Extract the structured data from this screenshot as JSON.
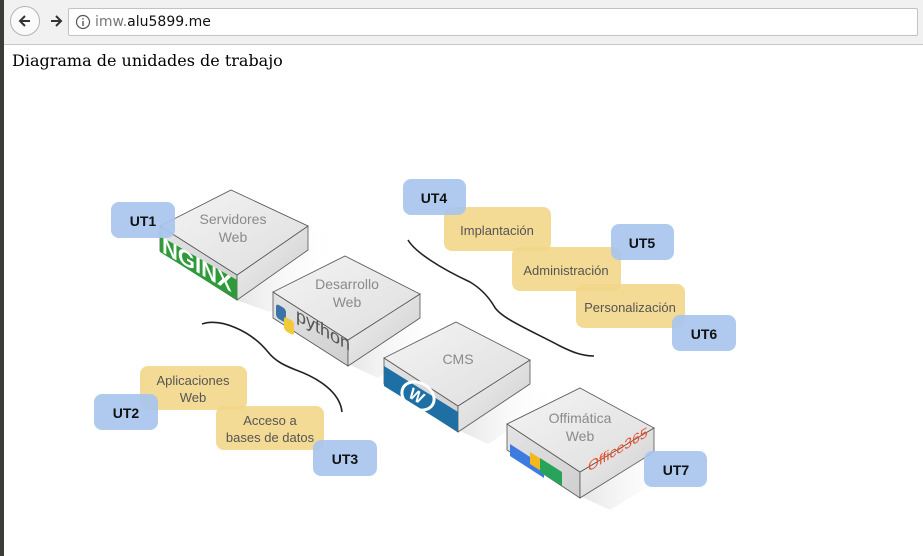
{
  "browser": {
    "url_plain": "imw.",
    "url_domain": "alu5899.me"
  },
  "page": {
    "title": "Diagrama de unidades de trabajo"
  },
  "boxes": {
    "servidores": [
      "Servidores",
      "Web"
    ],
    "desarrollo": [
      "Desarrollo",
      "Web"
    ],
    "cms": [
      "CMS"
    ],
    "ofimatica": [
      "Offimática",
      "Web"
    ]
  },
  "logos": {
    "nginx": "NGINX",
    "python": "python",
    "office": "Office365"
  },
  "units": {
    "ut1": "UT1",
    "ut2": "UT2",
    "ut3": "UT3",
    "ut4": "UT4",
    "ut5": "UT5",
    "ut6": "UT6",
    "ut7": "UT7"
  },
  "topics": {
    "aplicaciones": [
      "Aplicaciones",
      "Web"
    ],
    "acceso": [
      "Acceso a",
      "bases de datos"
    ],
    "implantacion": [
      "Implantación"
    ],
    "administracion": [
      "Administración"
    ],
    "personalizacion": [
      "Personalización"
    ]
  },
  "colors": {
    "unit_tag": "#a9c6ee",
    "topic_tag": "#f2d68a",
    "box_top": "#ebebeb",
    "box_side": "#e2e2e2",
    "box_label": "#8a8a8a"
  },
  "icons": [
    "back-arrow-icon",
    "forward-arrow-icon",
    "info-icon",
    "nginx-logo",
    "python-logo",
    "wordpress-logo",
    "google-docs-logo",
    "office-logo"
  ]
}
